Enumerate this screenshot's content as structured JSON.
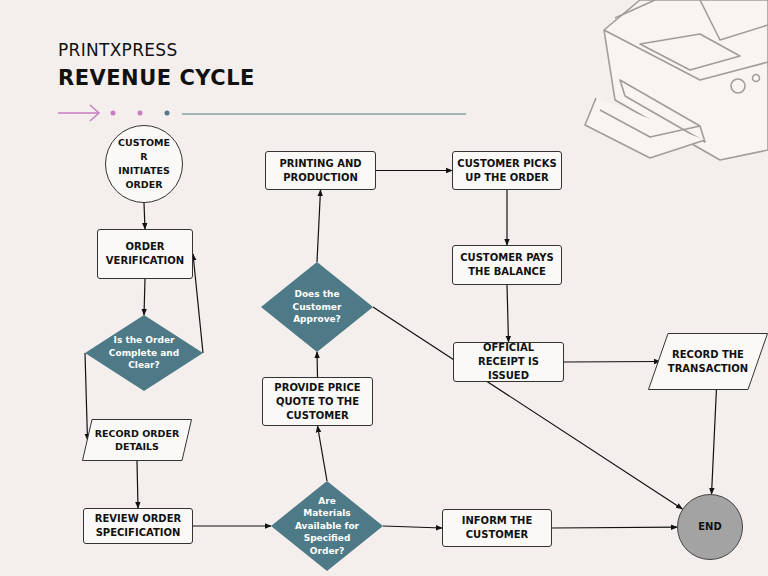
{
  "diagram": {
    "title": "REVENUE CYCLE",
    "nodes": [
      {
        "text": [
          "CUSTOMER INITIATES ORDER"
        ]
      },
      {
        "text": [
          "ORDER VERIFICATION"
        ]
      },
      {
        "text": [
          "Is the Order Complete and Clear?"
        ]
      },
      {
        "text": [
          "RECORD ORDER DETAILS"
        ]
      },
      {
        "text": [
          "REVIEW ORDER SPECIFICATION"
        ]
      },
      {
        "text": [
          "Are Materials Available for Specified Order?"
        ]
      },
      {
        "text": [
          "INFORM THE CUSTOMER"
        ]
      },
      {
        "text": [
          "PROVIDE PRICE QUOTE TO THE CUSTOMER"
        ]
      },
      {
        "text": [
          "Does the Customer Approve?"
        ]
      },
      {
        "text": [
          "PRINTING AND PRODUCTION"
        ]
      },
      {
        "text": [
          "CUSTOMER PICKS UP THE ORDER"
        ]
      },
      {
        "text": [
          "CUSTOMER PAYS THE BALANCE"
        ]
      },
      {
        "text": [
          "OFFICIAL RECEIPT IS ISSUED"
        ]
      },
      {
        "text": [
          "RECORD THE TRANSACTION"
        ]
      },
      {
        "text": [
          "END"
        ]
      }
    ],
    "edges": [
      {
        "from": 0,
        "to": 1,
        "arrow": "to"
      },
      {
        "from": 1,
        "to": 2,
        "arrow": "to"
      },
      {
        "from": 2,
        "to": 1,
        "arrow": "to"
      },
      {
        "from": 2,
        "to": 3,
        "arrow": "to"
      },
      {
        "from": 3,
        "to": 4,
        "arrow": "to"
      },
      {
        "from": 4,
        "to": 5,
        "arrow": "to"
      },
      {
        "from": 5,
        "to": 7,
        "arrow": "to"
      },
      {
        "from": 5,
        "to": 6,
        "arrow": "to"
      },
      {
        "from": 6,
        "to": 14,
        "arrow": "to"
      },
      {
        "from": 7,
        "to": 8,
        "arrow": "to"
      },
      {
        "from": 8,
        "to": 9,
        "arrow": "to"
      },
      {
        "from": 9,
        "to": 10,
        "arrow": "to"
      },
      {
        "from": 10,
        "to": 11,
        "arrow": "to"
      },
      {
        "from": 11,
        "to": 12,
        "arrow": "to"
      },
      {
        "from": 8,
        "to": 14,
        "arrow": "to"
      },
      {
        "from": 12,
        "to": 13,
        "arrow": "to"
      },
      {
        "from": 13,
        "to": 14,
        "arrow": "to"
      }
    ],
    "labels": [
      "PRINTXPRESS"
    ]
  }
}
